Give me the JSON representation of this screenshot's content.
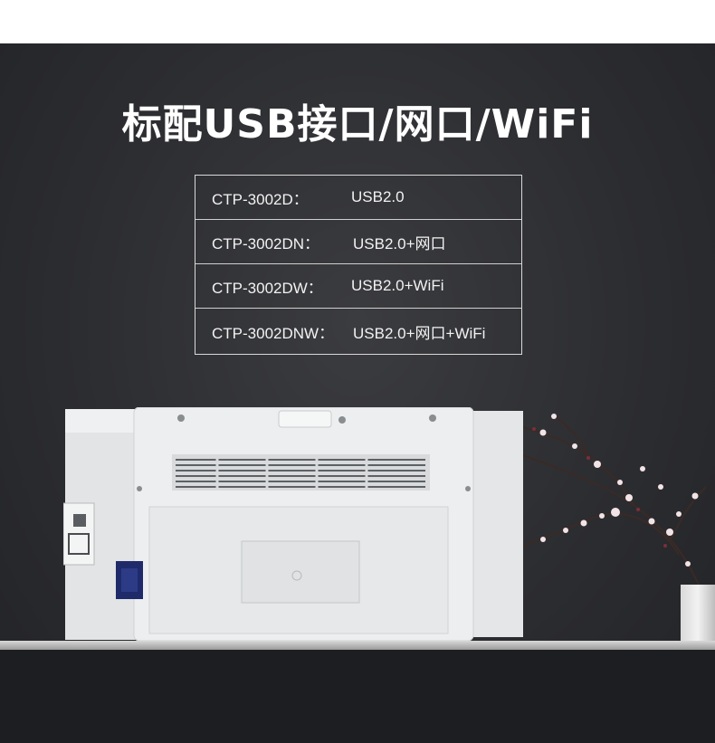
{
  "headline": "标配USB接口/网口/WiFi",
  "spec_rows": [
    {
      "model": "CTP-3002D：",
      "port": "USB2.0"
    },
    {
      "model": "CTP-3002DN：",
      "port": "USB2.0+网口"
    },
    {
      "model": "CTP-3002DW：",
      "port": "USB2.0+WiFi"
    },
    {
      "model": "CTP-3002DNW：",
      "port": "USB2.0+网口+WiFi"
    }
  ],
  "colors": {
    "background": "#2c2d31",
    "text": "#ffffff",
    "printer": "#e9ebec",
    "port_blue": "#1f2a6b"
  },
  "icons": [
    "printer-illustration",
    "usb-port-icon",
    "ethernet-port-icon",
    "power-socket-icon",
    "plum-blossom-branch",
    "vase"
  ]
}
